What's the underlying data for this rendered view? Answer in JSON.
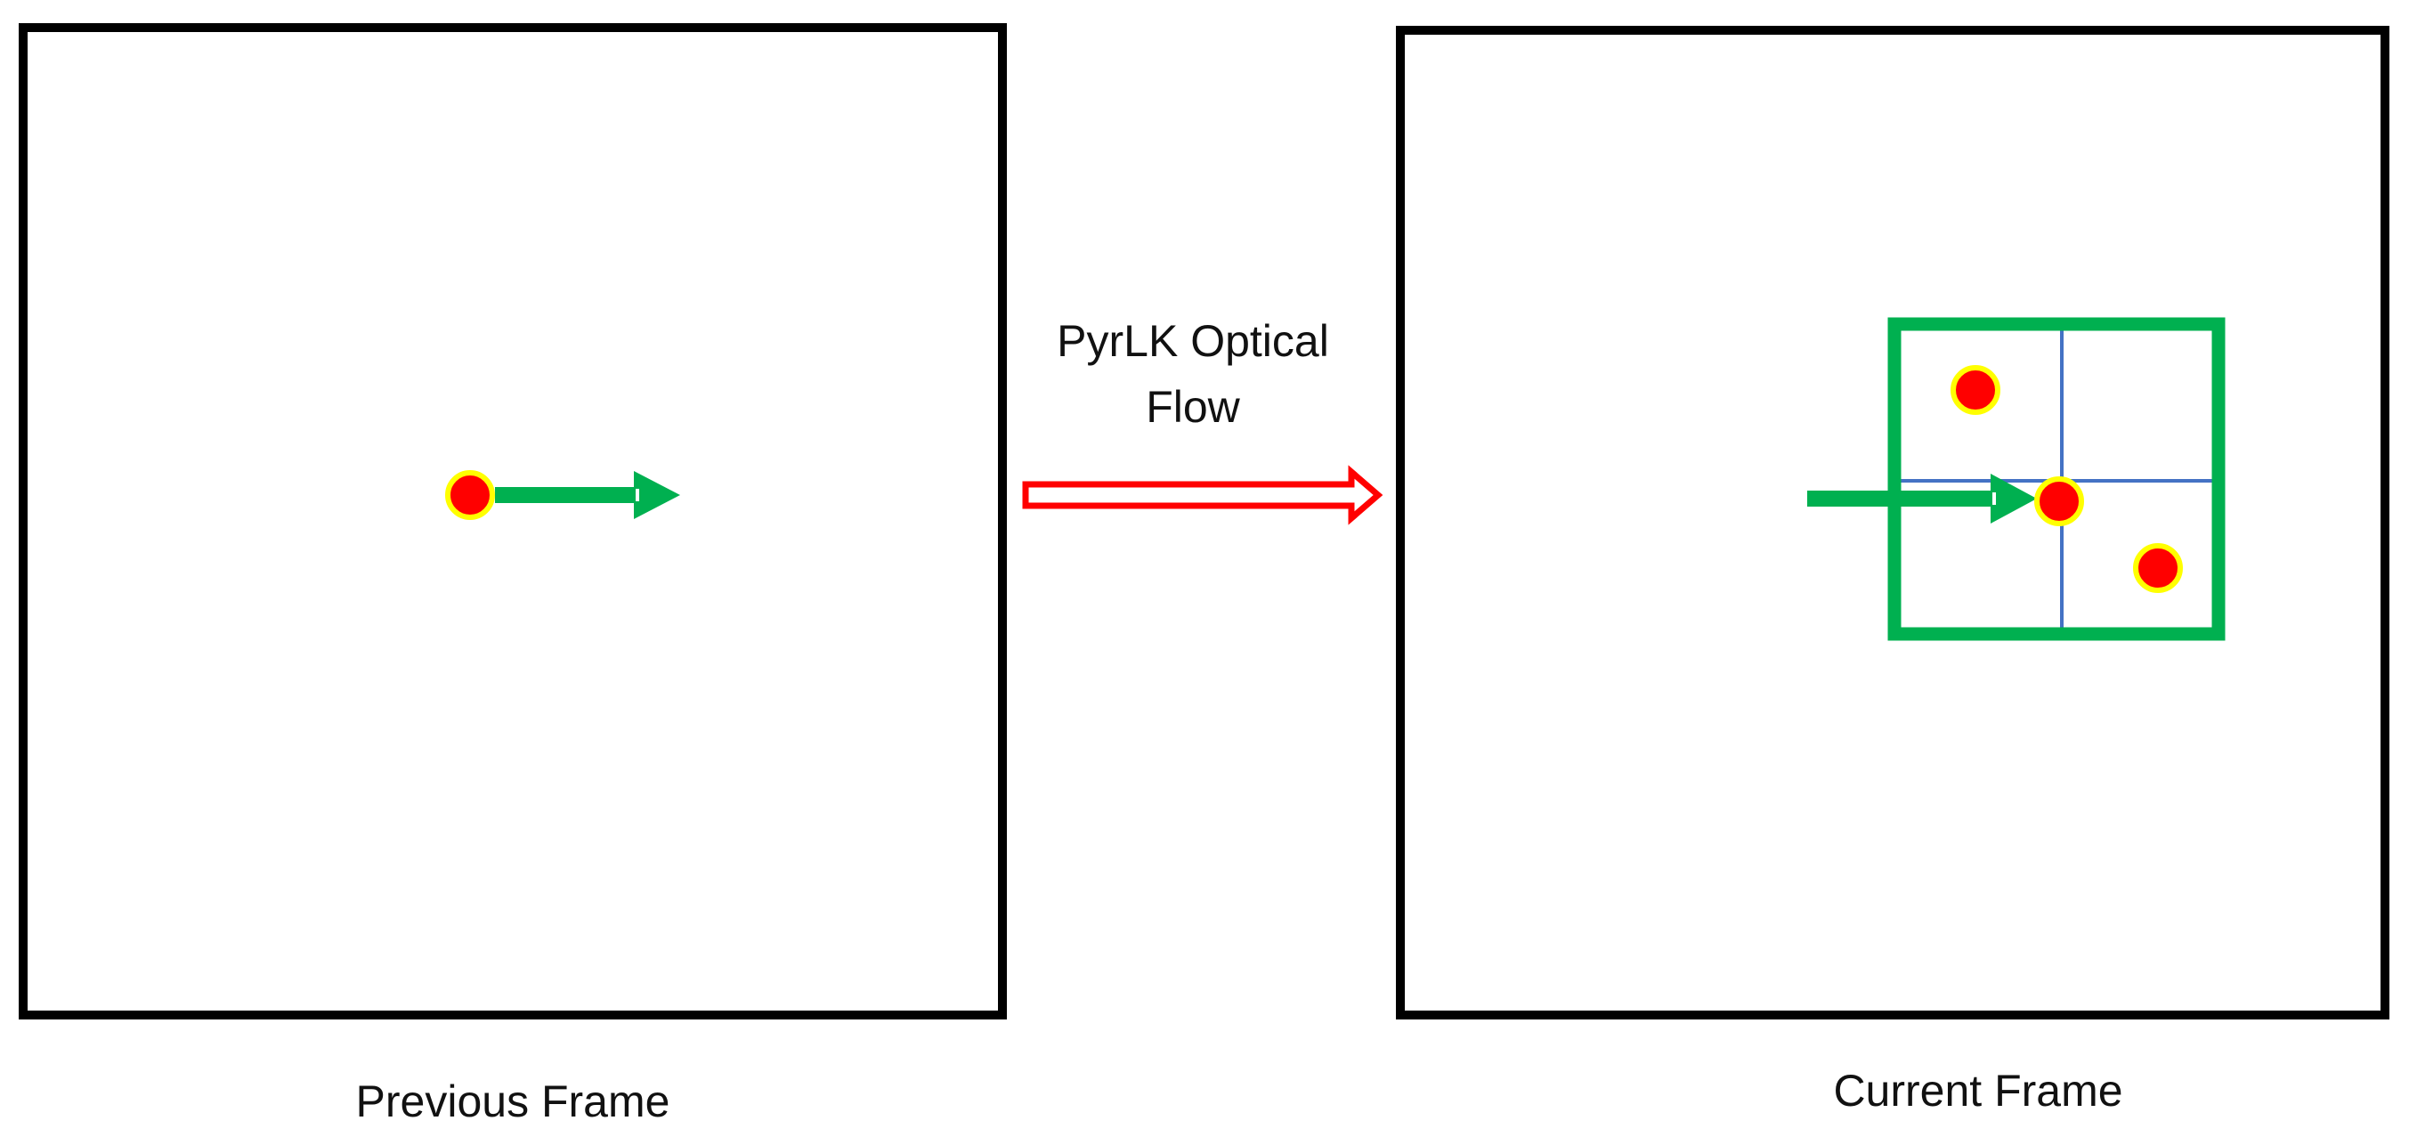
{
  "labels": {
    "method_line1": "PyrLK Optical",
    "method_line2": "Flow",
    "previous_frame": "Previous Frame",
    "current_frame": "Current Frame"
  },
  "colors": {
    "frame_border": "#000000",
    "keypoint_fill": "#ff0000",
    "keypoint_ring": "#ffff00",
    "motion_arrow": "#00b050",
    "search_box": "#00b050",
    "grid_lines": "#4472c4",
    "process_arrow": "#ff0000"
  },
  "icons": {
    "process": "hollow-right-arrow",
    "motion": "solid-right-arrow",
    "keypoint": "ringed-dot"
  }
}
